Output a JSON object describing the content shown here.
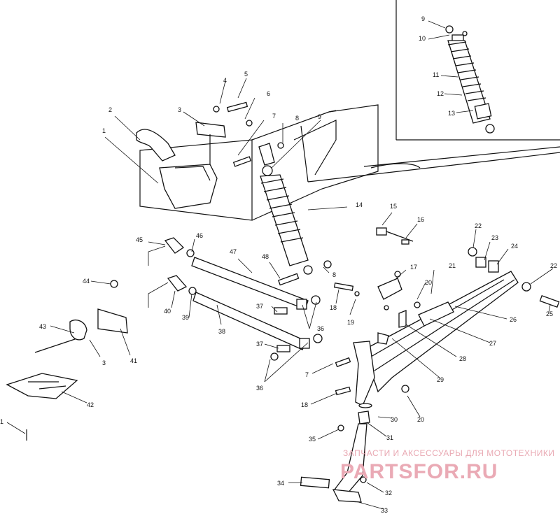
{
  "diagram": {
    "callouts": [
      {
        "id": "c9a",
        "text": "9"
      },
      {
        "id": "c10",
        "text": "10"
      },
      {
        "id": "c11",
        "text": "11"
      },
      {
        "id": "c12",
        "text": "12"
      },
      {
        "id": "c13",
        "text": "13"
      },
      {
        "id": "c4",
        "text": "4"
      },
      {
        "id": "c5",
        "text": "5"
      },
      {
        "id": "c6",
        "text": "6"
      },
      {
        "id": "c3",
        "text": "3"
      },
      {
        "id": "c2",
        "text": "2"
      },
      {
        "id": "c1",
        "text": "1"
      },
      {
        "id": "c7",
        "text": "7"
      },
      {
        "id": "c8",
        "text": "8"
      },
      {
        "id": "c9b",
        "text": "9"
      },
      {
        "id": "c14",
        "text": "14"
      },
      {
        "id": "c15",
        "text": "15"
      },
      {
        "id": "c16",
        "text": "16"
      },
      {
        "id": "c45",
        "text": "45"
      },
      {
        "id": "c46",
        "text": "46"
      },
      {
        "id": "c47",
        "text": "47"
      },
      {
        "id": "c48",
        "text": "48"
      },
      {
        "id": "c8b",
        "text": "8"
      },
      {
        "id": "c44",
        "text": "44"
      },
      {
        "id": "c40",
        "text": "40"
      },
      {
        "id": "c39",
        "text": "39"
      },
      {
        "id": "c38",
        "text": "38"
      },
      {
        "id": "c37a",
        "text": "37"
      },
      {
        "id": "c36a",
        "text": "36"
      },
      {
        "id": "c18a",
        "text": "18"
      },
      {
        "id": "c19",
        "text": "19"
      },
      {
        "id": "c17",
        "text": "17"
      },
      {
        "id": "c20a",
        "text": "20"
      },
      {
        "id": "c21",
        "text": "21"
      },
      {
        "id": "c22a",
        "text": "22"
      },
      {
        "id": "c23",
        "text": "23"
      },
      {
        "id": "c24",
        "text": "24"
      },
      {
        "id": "c22b",
        "text": "22"
      },
      {
        "id": "c25a",
        "text": "25"
      },
      {
        "id": "c26",
        "text": "26"
      },
      {
        "id": "c27",
        "text": "27"
      },
      {
        "id": "c28",
        "text": "28"
      },
      {
        "id": "c29",
        "text": "29"
      },
      {
        "id": "c43",
        "text": "43"
      },
      {
        "id": "c3b",
        "text": "3"
      },
      {
        "id": "c41",
        "text": "41"
      },
      {
        "id": "c37b",
        "text": "37"
      },
      {
        "id": "c36b",
        "text": "36"
      },
      {
        "id": "c7b",
        "text": "7"
      },
      {
        "id": "c42",
        "text": "42"
      },
      {
        "id": "c1b",
        "text": "1"
      },
      {
        "id": "c18b",
        "text": "18"
      },
      {
        "id": "c30",
        "text": "30"
      },
      {
        "id": "c20b",
        "text": "20"
      },
      {
        "id": "c31",
        "text": "31"
      },
      {
        "id": "c35",
        "text": "35"
      },
      {
        "id": "c34",
        "text": "34"
      },
      {
        "id": "c32",
        "text": "32"
      },
      {
        "id": "c33",
        "text": "33"
      }
    ]
  },
  "watermark": {
    "tagline": "ЗАПЧАСТИ И АКСЕССУАРЫ ДЛЯ МОТОТЕХНИКИ",
    "brand": "PARTSFOR.RU"
  }
}
